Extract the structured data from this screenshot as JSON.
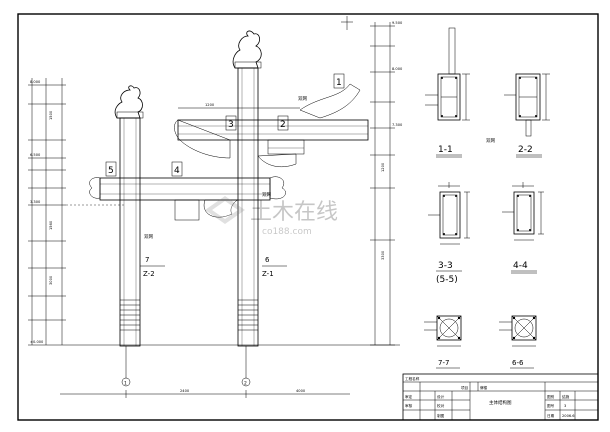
{
  "drawing": {
    "title": "主体结构图",
    "section_labels": [
      "1-1",
      "2-2",
      "3-3",
      "(5-5)",
      "4-4",
      "7-7",
      "6-6"
    ],
    "column_labels": [
      "7",
      "Z-2",
      "6",
      "Z-1"
    ],
    "beam_marks": [
      "1",
      "2",
      "3",
      "4",
      "5"
    ],
    "grid_axes": [
      "1",
      "2"
    ],
    "annotations": [
      "双网",
      "双网",
      "双网",
      "双网"
    ],
    "dimensions_bottom": [
      "2400",
      "4000"
    ],
    "elevations": [
      "±0.000",
      "3.300",
      "6.500",
      "7.300",
      "8.000"
    ]
  },
  "title_block": {
    "project_label": "工程名称",
    "item_label": "项目",
    "item_value": "牌楼",
    "row_labels": [
      "审定",
      "审核",
      "校对",
      "设计",
      "制图"
    ],
    "drawing_name": "主体结构图",
    "meta_labels": [
      "图别",
      "图号",
      "日期"
    ],
    "meta_values": [
      "结施",
      "3",
      "2006.6"
    ]
  },
  "watermark": {
    "text": "土木在线",
    "subtext": "co188.com"
  }
}
